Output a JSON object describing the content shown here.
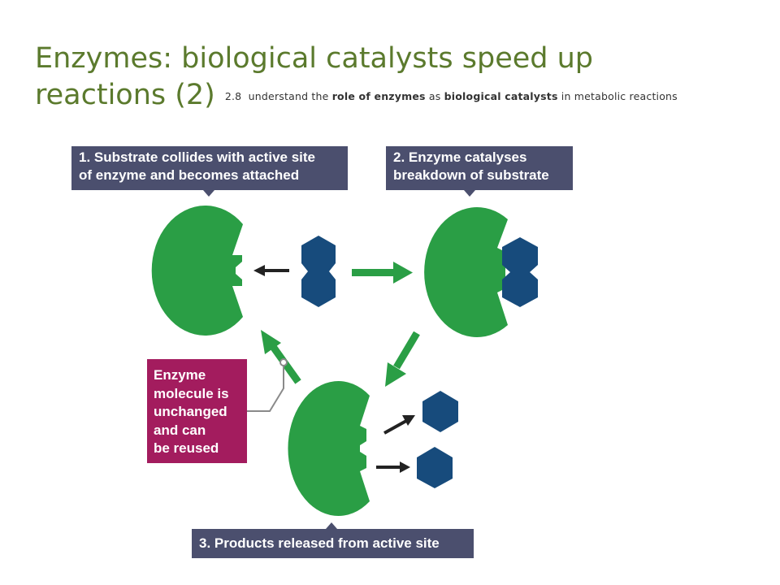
{
  "slide": {
    "title_line1": "Enzymes: biological catalysts speed up",
    "title_line2": "reactions (2)",
    "spec": {
      "number": "2.8",
      "text_part1": "understand the",
      "bold1": "role of enzymes",
      "text_part2": "as",
      "bold2": "biological catalysts",
      "text_part3": "in metabolic reactions"
    }
  },
  "diagram": {
    "step1": {
      "line1": "1. Substrate collides with active site",
      "line2": "of enzyme and becomes attached"
    },
    "step2": {
      "line1": "2. Enzyme catalyses",
      "line2": "breakdown of substrate"
    },
    "step3": {
      "line1": "3. Products released from active site"
    },
    "note": {
      "lines": [
        "Enzyme",
        "molecule is",
        "unchanged",
        "and can",
        "be reused"
      ]
    }
  },
  "colors": {
    "title": "#5b7a2d",
    "enzyme": "#2a9e45",
    "substrate": "#174b7c",
    "process_arrow": "#2a9e45",
    "label_box": "#4b4f6e",
    "note_box": "#a31c5e"
  }
}
